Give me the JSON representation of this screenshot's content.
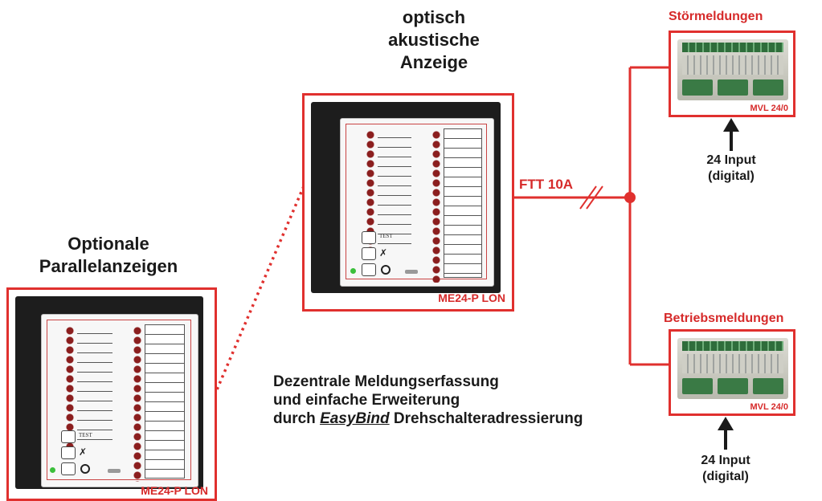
{
  "title_optisch": [
    "optisch",
    "akustische",
    "Anzeige"
  ],
  "title_optionale": [
    "Optionale",
    "Parallelanzeigen"
  ],
  "main_device_label": "ME24-P LON",
  "parallel_device_label": "ME24-P LON",
  "bus_label": "FTT 10A",
  "stoer_title": "Störmeldungen",
  "betrieb_title": "Betriebsmeldungen",
  "mvl_top_label": "MVL 24/0",
  "mvl_bottom_label": "MVL 24/0",
  "input_top": [
    "24 Input",
    "(digital)"
  ],
  "input_bottom": [
    "24 Input",
    "(digital)"
  ],
  "description": {
    "line1": "Dezentrale Meldungserfassung",
    "line2": "und einfache Erweiterung",
    "line3_prefix": "durch ",
    "line3_brand": "EasyBind",
    "line3_suffix": " Drehschalteradressierung"
  },
  "device_panel": {
    "test_label": "TEST"
  },
  "colors": {
    "accent_red": "#e0302e",
    "text_dark": "#1a1a1a",
    "device_body": "#1d1d1d"
  }
}
